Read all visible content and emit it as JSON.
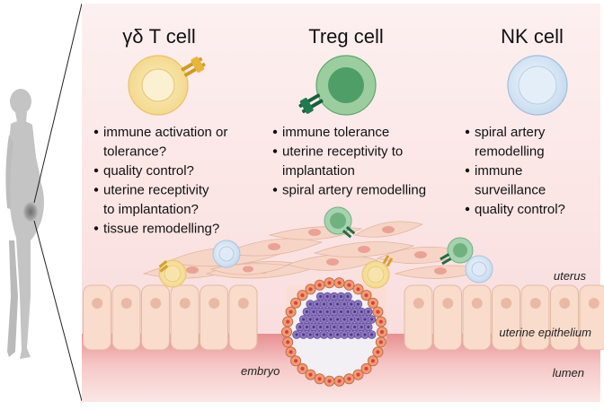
{
  "columns": [
    {
      "title": "γδ T cell",
      "bullets": [
        [
          "immune activation or",
          "tolerance?"
        ],
        [
          "quality control?"
        ],
        [
          "uterine receptivity",
          "to implantation?"
        ],
        [
          "tissue remodelling?"
        ]
      ]
    },
    {
      "title": "Treg cell",
      "bullets": [
        [
          "immune tolerance"
        ],
        [
          "uterine receptivity to",
          "implantation"
        ],
        [
          "spiral artery remodelling"
        ]
      ]
    },
    {
      "title": "NK cell",
      "bullets": [
        [
          "spiral artery",
          "remodelling"
        ],
        [
          "immune",
          "surveillance"
        ],
        [
          "quality control?"
        ]
      ]
    }
  ],
  "labels": {
    "uterus": "uterus",
    "epithelium": "uterine epithelium",
    "lumen": "lumen",
    "embryo": "embryo"
  },
  "colors": {
    "gd_cell": "#f6dfa0",
    "treg_cell": "#8cc59a",
    "nk_cell": "#c6dcef",
    "stroma": "#f7d5c6",
    "epithelium": "#f9dccb",
    "lumen": "#eda3a3",
    "embryo_icm": "#8d76c2",
    "embryo_trophoblast": "#f39b6c"
  }
}
